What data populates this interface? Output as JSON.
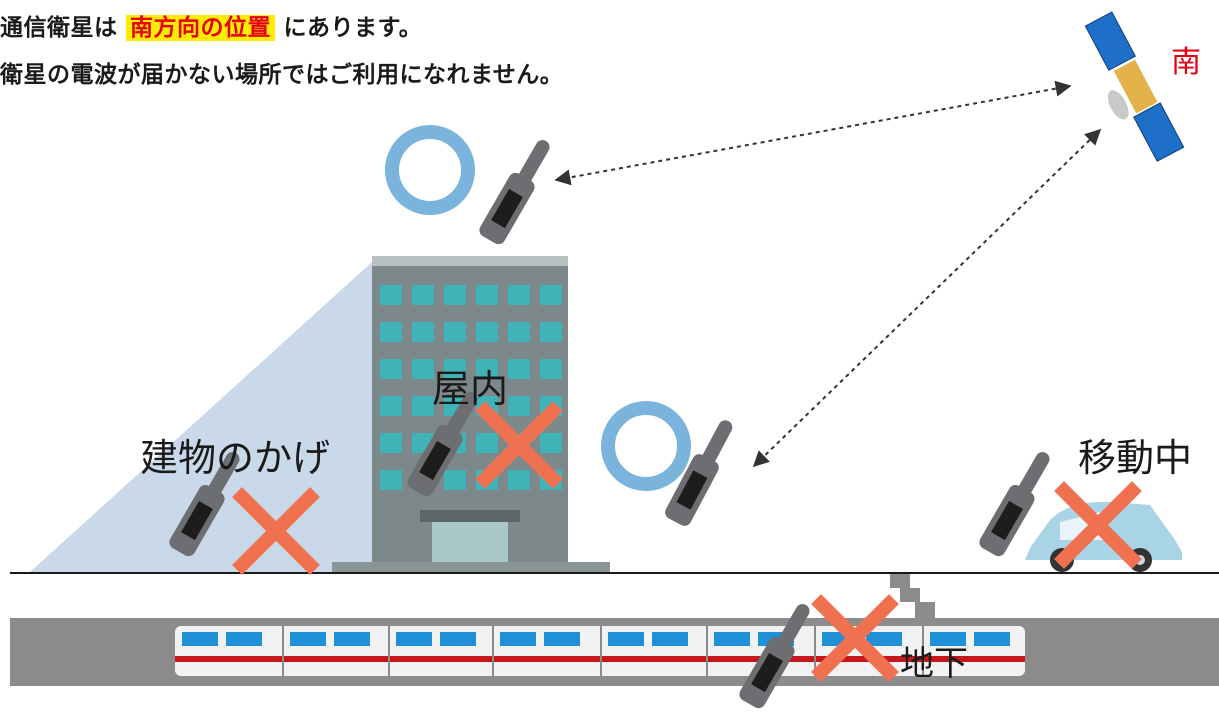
{
  "header": {
    "line1_prefix": "通信衛星は",
    "line1_highlight": "南方向の位置",
    "line1_suffix": "にあります。",
    "line2": "衛星の電波が届かない場所ではご利用になれません。"
  },
  "satellite": {
    "direction_label": "南"
  },
  "labels": {
    "building_shadow": "建物のかげ",
    "indoor": "屋内",
    "moving": "移動中",
    "underground": "地下"
  },
  "colors": {
    "highlight_bg": "#ffed00",
    "highlight_text": "#e60012",
    "ok_circle": "#7ab3dc",
    "ng_cross": "#f07150",
    "phone": "#6d6e71",
    "building": "#7c8889",
    "window": "#3fb3b8",
    "train_red": "#c8161d",
    "train_window": "#1f8fd8",
    "car": "#a8d4e6"
  }
}
